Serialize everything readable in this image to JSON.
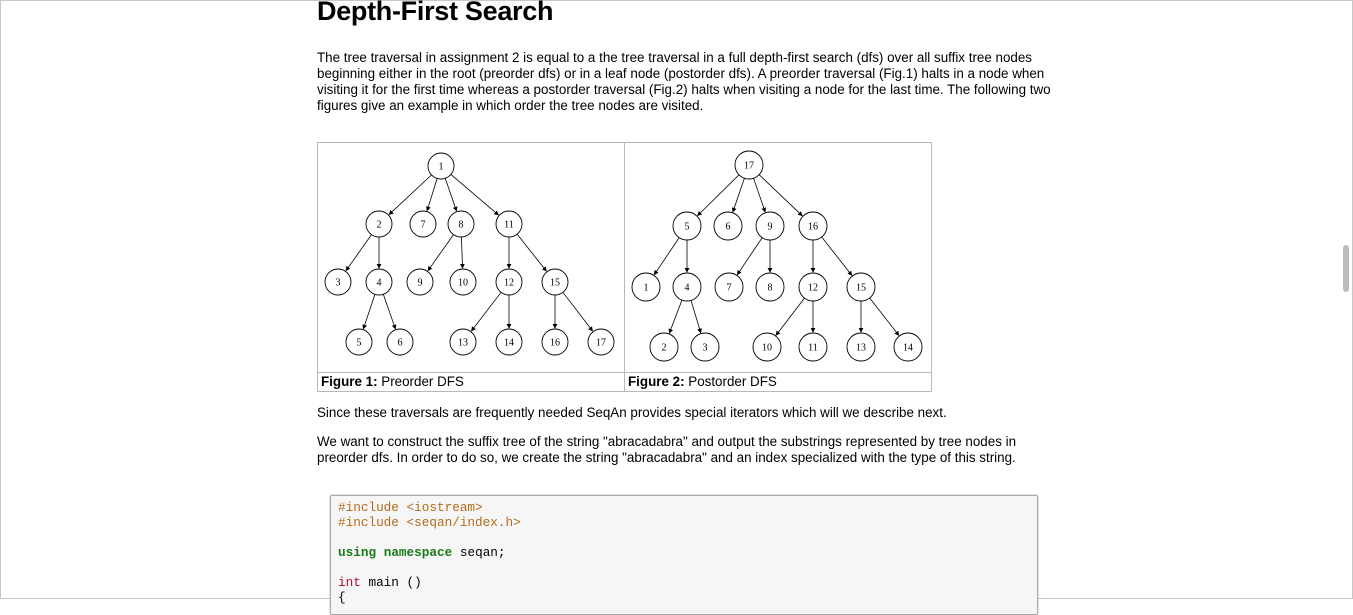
{
  "heading": "Depth-First Search",
  "paragraphs": [
    "The tree traversal in assignment 2 is equal to a the tree traversal in a full depth-first search (dfs) over all suffix tree nodes beginning either in the root (preorder dfs) or in a leaf node (postorder dfs). A preorder traversal (Fig.1) halts in a node when visiting it for the first time whereas a postorder traversal (Fig.2) halts when visiting a node for the last time. The following two figures give an example in which order the tree nodes are visited.",
    "Since these traversals are frequently needed SeqAn provides special iterators which will we describe next.",
    "We want to construct the suffix tree of the string \"abracadabra\" and output the substrings represented by tree nodes in preorder dfs. In order to do so, we create the string \"abracadabra\" and an index specialized with the type of this string."
  ],
  "figures": [
    {
      "caption_label": "Figure 1:",
      "caption_text": " Preorder DFS",
      "node_labels": [
        "1",
        "2",
        "7",
        "8",
        "11",
        "3",
        "4",
        "9",
        "10",
        "12",
        "15",
        "5",
        "6",
        "13",
        "14",
        "16",
        "17"
      ]
    },
    {
      "caption_label": "Figure 2:",
      "caption_text": " Postorder DFS",
      "node_labels": [
        "17",
        "5",
        "6",
        "9",
        "16",
        "1",
        "4",
        "7",
        "8",
        "12",
        "15",
        "2",
        "3",
        "10",
        "11",
        "13",
        "14"
      ]
    }
  ],
  "code": {
    "line1": "#include <iostream>",
    "line2": "#include <seqan/index.h>",
    "line3_kw1": "using",
    "line3_kw2": "namespace",
    "line3_rest": " seqan;",
    "line4_type": "int",
    "line4_rest": " main ()",
    "line5": "{"
  }
}
